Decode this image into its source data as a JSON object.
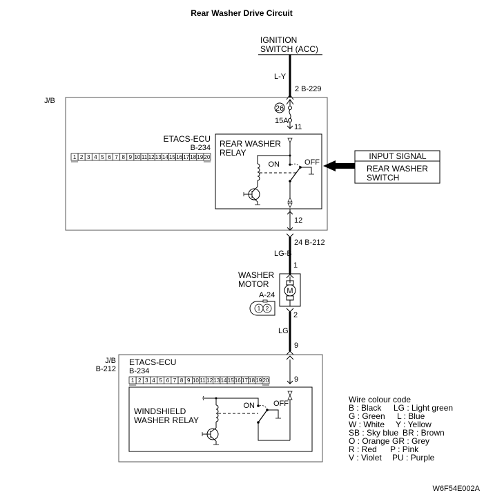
{
  "title": "Rear Washer Drive Circuit",
  "ignition": {
    "line1": "IGNITION",
    "line2": "SWITCH (ACC)"
  },
  "wires": {
    "top_color": "L-Y",
    "top_connector": "2 B-229",
    "fuse_number": "26",
    "fuse_rating": "15A",
    "fuse_out_pin": "11",
    "relay_out_pin": "12",
    "jb_out_connector": "24 B-212",
    "motor_in_color": "LG-B",
    "motor_pin1": "1",
    "motor_pin2": "2",
    "motor_out_color": "LG",
    "jb2_in_pin_outer": "9",
    "jb2_in_pin_inner": "9"
  },
  "jb1": {
    "label": "J/B",
    "ecu_name": "ETACS-ECU",
    "ecu_connector": "B-234",
    "pins": [
      "1",
      "2",
      "3",
      "4",
      "5",
      "6",
      "7",
      "8",
      "9",
      "10",
      "11",
      "12",
      "13",
      "14",
      "15",
      "16",
      "17",
      "18",
      "19",
      "20"
    ],
    "relay": {
      "line1": "REAR WASHER",
      "line2": "RELAY",
      "on_label": "ON",
      "off_label": "OFF"
    }
  },
  "input_signal": {
    "header": "INPUT SIGNAL",
    "line1": "REAR WASHER",
    "line2": "SWITCH"
  },
  "motor": {
    "line1": "WASHER",
    "line2": "MOTOR",
    "connector": "A-24",
    "symbol": "M",
    "pins": [
      "1",
      "2"
    ]
  },
  "jb2": {
    "label": "J/B",
    "connector": "B-212",
    "ecu_name": "ETACS-ECU",
    "ecu_connector": "B-234",
    "pins": [
      "1",
      "2",
      "3",
      "4",
      "5",
      "6",
      "7",
      "8",
      "9",
      "10",
      "11",
      "12",
      "13",
      "14",
      "15",
      "16",
      "17",
      "18",
      "19",
      "20"
    ],
    "relay": {
      "line1": "WINDSHIELD",
      "line2": "WASHER RELAY",
      "on_label": "ON",
      "off_label": "OFF"
    }
  },
  "legend": {
    "title": "Wire colour code",
    "rows": [
      [
        "B : Black",
        "LG : Light green"
      ],
      [
        "G : Green",
        "L : Blue"
      ],
      [
        "W : White",
        "Y : Yellow"
      ],
      [
        "SB : Sky blue",
        "BR : Brown"
      ],
      [
        "O : Orange",
        "GR : Grey"
      ],
      [
        "R : Red",
        "P : Pink"
      ],
      [
        "V : Violet",
        "PU : Purple"
      ]
    ]
  },
  "figure_id": "W6F54E002A"
}
